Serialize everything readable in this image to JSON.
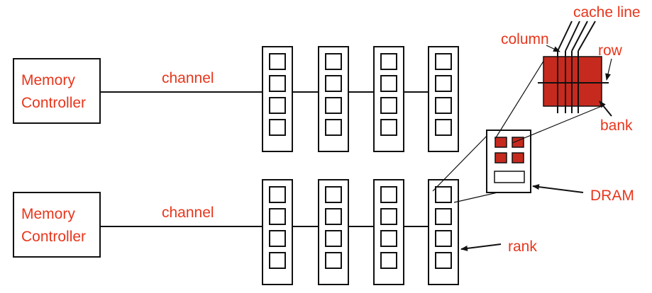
{
  "colors": {
    "label": "#e8361c",
    "bank_fill": "#c62a1e",
    "stroke": "#111111"
  },
  "controllers": [
    {
      "line1": "Memory",
      "line2": "Controller"
    },
    {
      "line1": "Memory",
      "line2": "Controller"
    }
  ],
  "channels": [
    {
      "label": "channel"
    },
    {
      "label": "channel"
    }
  ],
  "modules_per_channel": 4,
  "chips_per_module": 4,
  "callouts": {
    "dram": "DRAM",
    "rank": "rank",
    "bank": "bank",
    "row": "row",
    "column": "column",
    "cache_line": "cache line"
  }
}
